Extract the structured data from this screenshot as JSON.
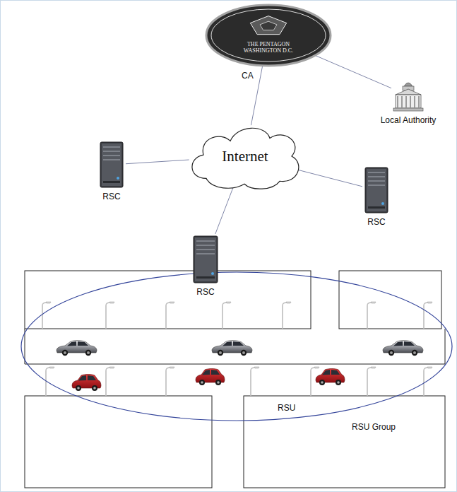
{
  "diagram": {
    "nodes": [
      {
        "text": [
          "THE PENTAGON WASHINGTON D.C.",
          "CA"
        ]
      },
      {
        "text": [
          "Local Authority"
        ]
      },
      {
        "text": [
          "Internet"
        ]
      },
      {
        "text": [
          "RSC"
        ]
      },
      {
        "text": [
          "RSC"
        ]
      },
      {
        "text": [
          "RSC"
        ]
      }
    ],
    "edges": [
      {
        "from": 0,
        "to": 1,
        "arrow": "none"
      },
      {
        "from": 0,
        "to": 2,
        "arrow": "none"
      },
      {
        "from": 2,
        "to": 3,
        "arrow": "none"
      },
      {
        "from": 2,
        "to": 4,
        "arrow": "none"
      },
      {
        "from": 2,
        "to": 5,
        "arrow": "none"
      }
    ],
    "labels": [
      "RSU",
      "RSU Group"
    ]
  }
}
